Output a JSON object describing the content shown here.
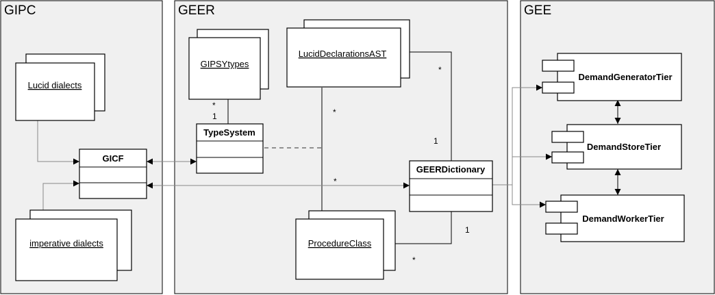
{
  "packages": {
    "gipc": "GIPC",
    "geer": "GEER",
    "gee": "GEE"
  },
  "nodes": {
    "lucid_dialects": "Lucid dialects",
    "imperative_dialects": "imperative dialects",
    "gicf": "GICF",
    "gipsy_types": "GIPSYtypes",
    "type_system": "TypeSystem",
    "lucid_declarations_ast": "LucidDeclarationsAST",
    "procedure_class": "ProcedureClass",
    "geer_dictionary": "GEERDictionary",
    "demand_generator_tier": "DemandGeneratorTier",
    "demand_store_tier": "DemandStoreTier",
    "demand_worker_tier": "DemandWorkerTier"
  },
  "multiplicities": {
    "gipsytypes_star": "*",
    "typesystem_one": "1",
    "ast_star_right": "*",
    "ast_star_down": "*",
    "dictionary_one_top": "1",
    "gicf_dictionary_star": "*",
    "dictionary_one_bottom": "1",
    "procedure_star": "*"
  }
}
